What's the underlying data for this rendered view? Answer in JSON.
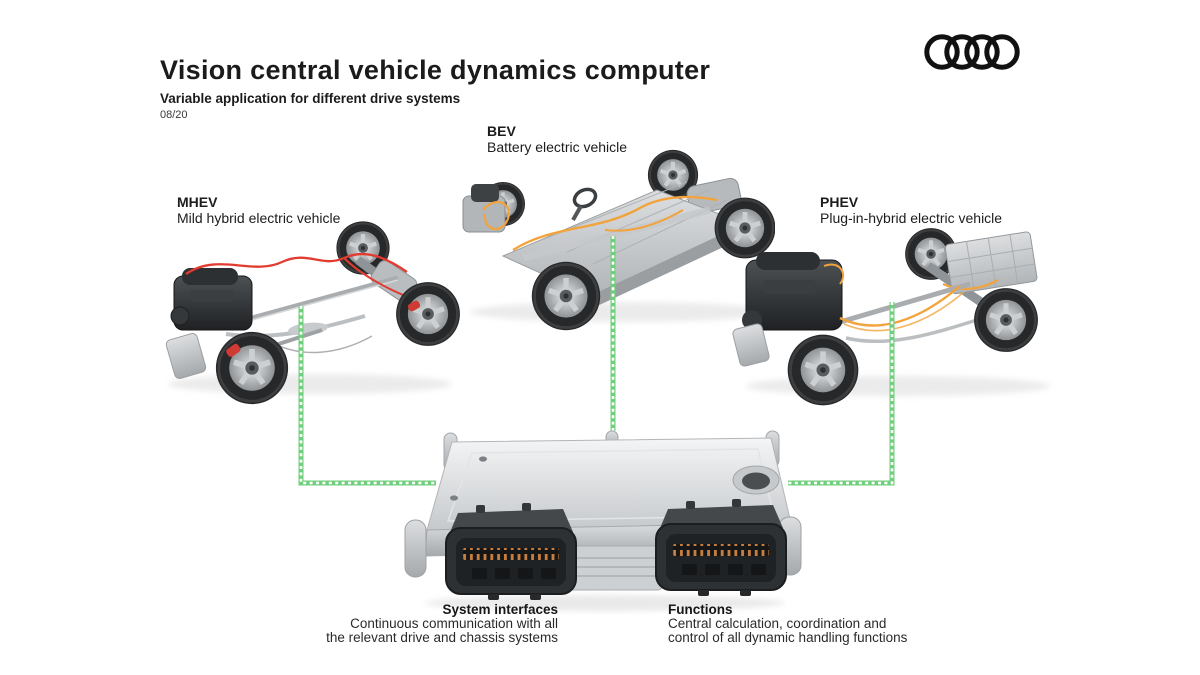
{
  "header": {
    "title": "Vision central vehicle dynamics computer",
    "subtitle": "Variable application for different drive systems",
    "date": "08/20"
  },
  "vehicles": {
    "mhev": {
      "abbr": "MHEV",
      "name": "Mild hybrid electric vehicle"
    },
    "bev": {
      "abbr": "BEV",
      "name": "Battery electric vehicle"
    },
    "phev": {
      "abbr": "PHEV",
      "name": "Plug-in-hybrid electric vehicle"
    }
  },
  "callouts": {
    "system_interfaces": {
      "label": "System interfaces",
      "line1": "Continuous communication with all",
      "line2": "the relevant drive and chassis systems"
    },
    "functions": {
      "label": "Functions",
      "line1": "Central calculation, coordination and",
      "line2": "control of all dynamic handling functions"
    }
  },
  "colors": {
    "connector_green": "#70cf7c",
    "cable_red": "#e23b30",
    "cable_orange": "#f2a33c",
    "pin_orange": "#c97f3e",
    "text_dark": "#1a1a1a"
  }
}
